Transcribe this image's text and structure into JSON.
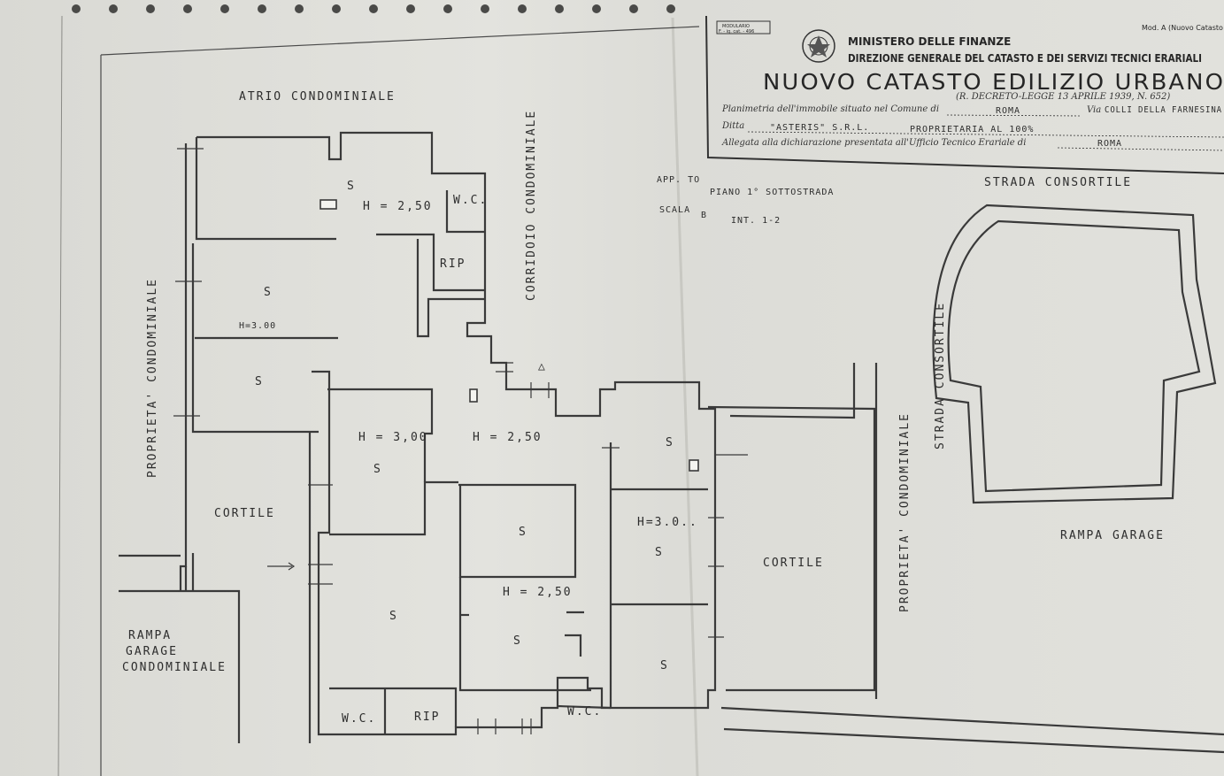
{
  "header": {
    "modulario_line1": "MODULARIO",
    "modulario_line2": "F. - ig. cat. - 496",
    "model_ref": "Mod. A (Nuovo Catasto",
    "ministry": "MINISTERO DELLE FINANZE",
    "direction": "DIREZIONE GENERALE DEL CATASTO E DEI SERVIZI TECNICI ERARIALI",
    "title": "NUOVO CATASTO EDILIZIO URBANO",
    "decree": "(R. DECRETO-LEGGE 13 APRILE 1939, N. 652)",
    "label_planimetria": "Planimetria dell'immobile situato nel Comune di",
    "value_comune": "ROMA",
    "label_via": "Via",
    "value_via": "COLLI DELLA FARNESINA",
    "label_ditta": "Ditta",
    "value_ditta": "\"ASTERIS\" S.R.L.",
    "value_proprieta": "PROPRIETARIA AL 100%",
    "label_allegata": "Allegata alla dichiarazione presentata all'Ufficio Tecnico Erariale di",
    "value_ufficio": "ROMA"
  },
  "annotations": {
    "app": "APP. TO",
    "piano": "PIANO 1° SOTTOSTRADA",
    "scala": "SCALA",
    "scala_value": "B",
    "interno": "INT. 1-2"
  },
  "labels": {
    "atrio": "ATRIO CONDOMINIALE",
    "corridoio": "CORRIDOIO CONDOMINIALE",
    "proprieta_left": "PROPRIETA' CONDOMINIALE",
    "proprieta_right": "PROPRIETA' CONDOMINIALE",
    "strada_top": "STRADA CONSORTILE",
    "strada_side": "STRADA CONSORTILE",
    "rampa_garage": "RAMPA GARAGE",
    "rampa_line1": "RAMPA",
    "rampa_line2": "GARAGE",
    "rampa_line3": "CONDOMINIALE",
    "cortile_left": "CORTILE",
    "cortile_right": "CORTILE"
  },
  "rooms": {
    "s": "S",
    "wc": "W.C.",
    "rip": "RIP",
    "h250": "H = 2,50",
    "h300": "H = 3,00",
    "h300_small": "H=3.00",
    "h300_dots": "H = 3,00",
    "h3_right": "H=3.0..",
    "north_marker": "△"
  },
  "colors": {
    "paper": "#e1e1dc",
    "ink": "#3a3a3a"
  }
}
